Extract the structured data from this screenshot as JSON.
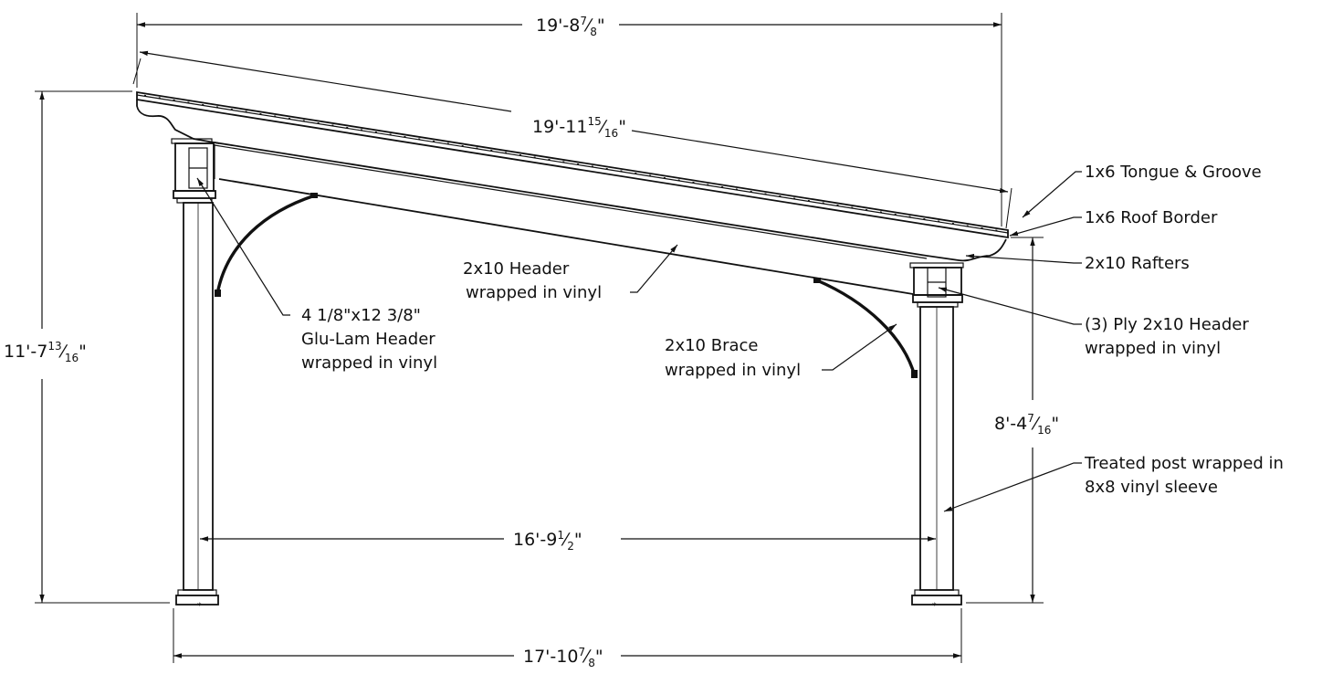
{
  "dimensions": {
    "overall_width": {
      "main": "19'-8",
      "num": "7",
      "den": "8",
      "suffix": "\""
    },
    "roof_slope_length": {
      "main": "19'-11",
      "num": "15",
      "den": "16",
      "suffix": "\""
    },
    "overall_height": {
      "main": "11'-7",
      "num": "13",
      "den": "16",
      "suffix": "\""
    },
    "low_side_height": {
      "main": "8'-4",
      "num": "7",
      "den": "16",
      "suffix": "\""
    },
    "post_center_span": {
      "main": "16'-9",
      "num": "1",
      "den": "2",
      "suffix": "\""
    },
    "post_outer_span": {
      "main": "17'-10",
      "num": "7",
      "den": "8",
      "suffix": "\""
    }
  },
  "callouts": {
    "tongue_groove": "1x6 Tongue & Groove",
    "roof_border": "1x6 Roof Border",
    "rafters": "2x10 Rafters",
    "ply_header": [
      "(3) Ply 2x10 Header",
      "wrapped in vinyl"
    ],
    "treated_post": [
      "Treated post wrapped in",
      "8x8 vinyl sleeve"
    ],
    "header": [
      "2x10 Header",
      "wrapped in vinyl"
    ],
    "glulam": [
      "4 1/8\"x12 3/8\"",
      "Glu-Lam Header",
      "wrapped in vinyl"
    ],
    "brace": [
      "2x10 Brace",
      "wrapped in vinyl"
    ]
  },
  "colors": {
    "ink": "#111111",
    "background": "#ffffff"
  }
}
